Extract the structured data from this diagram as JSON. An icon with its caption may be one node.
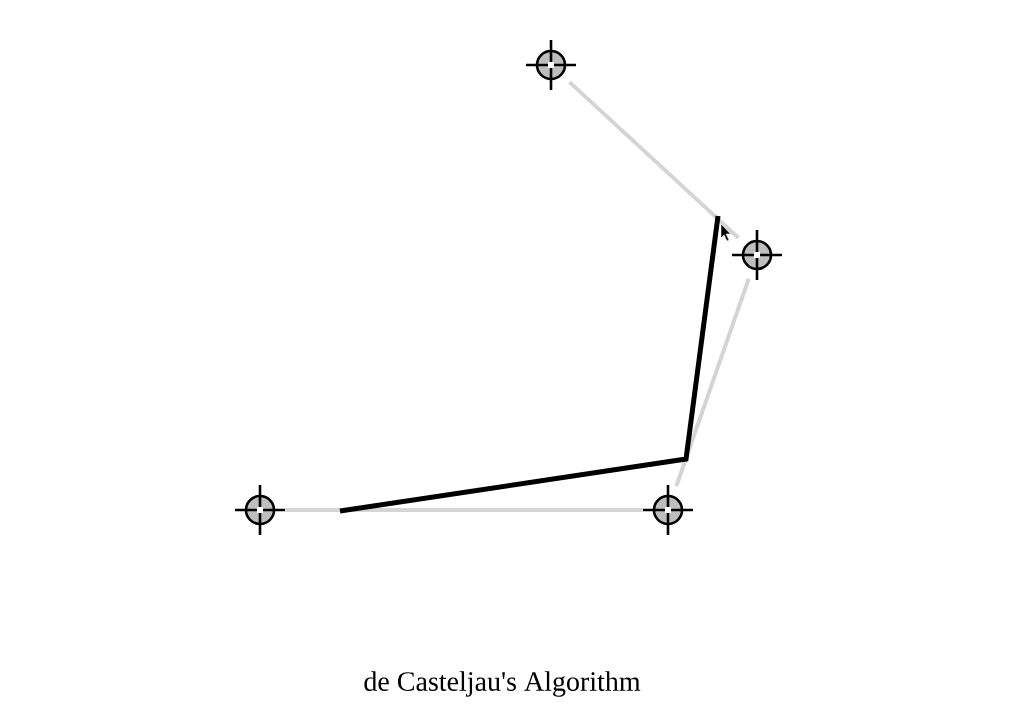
{
  "diagram": {
    "caption": "de Casteljau's Algorithm",
    "nodes": [
      {
        "text": [],
        "shape": "circle"
      },
      {
        "text": [],
        "shape": "circle"
      },
      {
        "text": [],
        "shape": "circle"
      },
      {
        "text": [],
        "shape": "circle"
      }
    ],
    "edges": [
      {
        "from": 0,
        "to": 1,
        "arrow": "none"
      },
      {
        "from": 1,
        "to": 3,
        "arrow": "none"
      },
      {
        "from": 2,
        "to": 3,
        "arrow": "none"
      }
    ]
  }
}
